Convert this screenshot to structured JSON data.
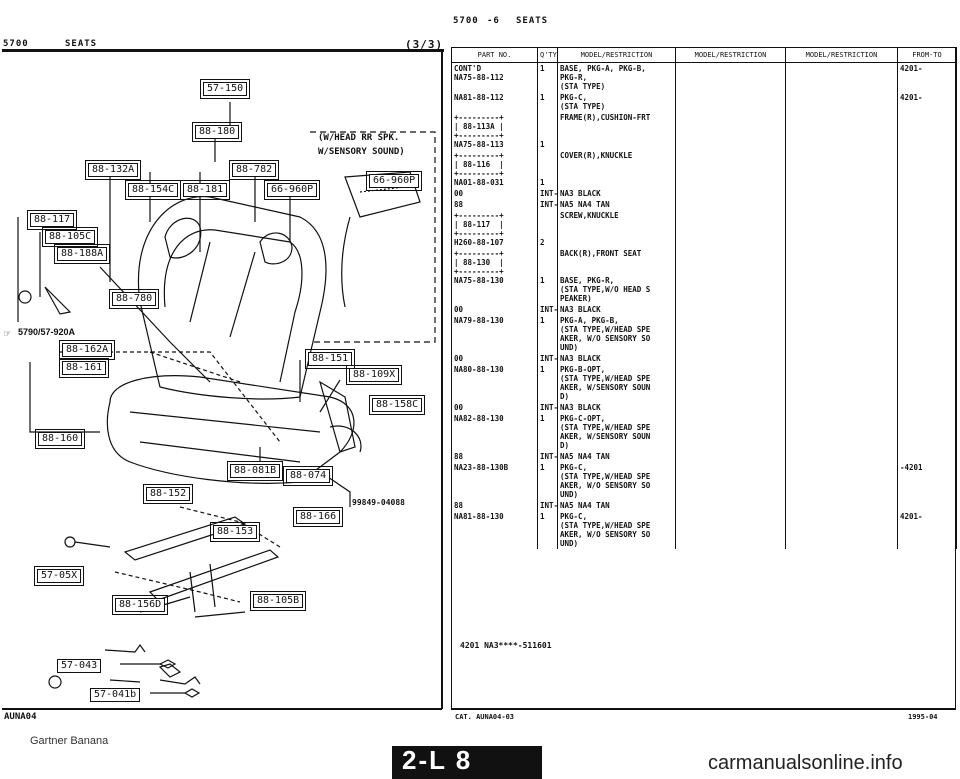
{
  "left_header": {
    "section": "5700",
    "title": "SEATS",
    "page": "(3/3)"
  },
  "right_header": {
    "section": "5700",
    "mark": "-6",
    "title": "SEATS"
  },
  "diagram": {
    "boxes": {
      "b1": "57-150",
      "b2": "88-180",
      "b3": "88-132A",
      "b4": "88-782",
      "b5": "88-154C",
      "b6": "88-181",
      "b7": "66-960P",
      "b8": "66-960P",
      "b9": "88-117",
      "b10": "88-105C",
      "b11": "88-188A",
      "b12": "88-780",
      "b13": "88-162A",
      "b14": "88-161",
      "b15": "88-160",
      "b16": "88-151",
      "b17": "88-109X",
      "b18": "88-158C",
      "b19": "88-081B",
      "b20": "88-074",
      "b21": "88-152",
      "b22": "88-153",
      "b23": "88-166",
      "b24": "57-05X",
      "b25": "88-156D",
      "b26": "88-105B",
      "b27": "57-043",
      "b28": "57-041b"
    },
    "legend_line1": "(W/HEAD RR SPK.",
    "legend_line2": "W/SENSORY SOUND)",
    "ref_note": "5790/57-920A",
    "ref_prefix": "☞",
    "illus_code": "99849-04088",
    "footer_code": "AUNA04"
  },
  "table": {
    "headers": [
      "PART NO.",
      "Q'TY",
      "MODEL/RESTRICTION",
      "MODEL/RESTRICTION",
      "MODEL/RESTRICTION",
      "FROM-TO"
    ],
    "rows": [
      {
        "pn": "CONT'D\nNA75-88-112",
        "qty": "1",
        "desc": "BASE, PKG-A, PKG-B,\nPKG-R,\n(STA TYPE)",
        "from": "4201-"
      },
      {
        "pn": "NA81-88-112",
        "qty": "1",
        "desc": "PKG-C,\n(STA TYPE)",
        "from": "4201-"
      },
      {
        "pn": "+---------+\n| 88-113A |\n+---------+\nNA75-88-113",
        "qty": "\n\n\n1",
        "desc": "FRAME(R),CUSHION-FRT",
        "from": ""
      },
      {
        "pn": "+---------+\n| 88-116  |\n+---------+\nNA01-88-031",
        "qty": "\n\n\n1",
        "desc": "COVER(R),KNUCKLE",
        "from": ""
      },
      {
        "pn": "00",
        "qty": "INT-",
        "desc": "NA3 BLACK",
        "from": ""
      },
      {
        "pn": "88",
        "qty": "INT-",
        "desc": "NA5 NA4 TAN",
        "from": ""
      },
      {
        "pn": "+---------+\n| 88-117  |\n+---------+\nH260-88-107",
        "qty": "\n\n\n2",
        "desc": "SCREW,KNUCKLE",
        "from": ""
      },
      {
        "pn": "+---------+\n| 88-130  |\n+---------+\nNA75-88-130",
        "qty": "\n\n\n1",
        "desc": "BACK(R),FRONT SEAT\n\n\nBASE, PKG-R,\n(STA TYPE,W/O HEAD S\nPEAKER)",
        "from": ""
      },
      {
        "pn": "00",
        "qty": "INT-",
        "desc": "NA3 BLACK",
        "from": ""
      },
      {
        "pn": "NA79-88-130",
        "qty": "1",
        "desc": "PKG-A, PKG-B,\n(STA TYPE,W/HEAD SPE\nAKER, W/O SENSORY SO\nUND)",
        "from": ""
      },
      {
        "pn": "00",
        "qty": "INT-",
        "desc": "NA3 BLACK",
        "from": ""
      },
      {
        "pn": "NA80-88-130",
        "qty": "1",
        "desc": "PKG-B-OPT,\n(STA TYPE,W/HEAD SPE\nAKER, W/SENSORY SOUN\nD)",
        "from": ""
      },
      {
        "pn": "00",
        "qty": "INT-",
        "desc": "NA3 BLACK",
        "from": ""
      },
      {
        "pn": "NA82-88-130",
        "qty": "1",
        "desc": "PKG-C-OPT,\n(STA TYPE,W/HEAD SPE\nAKER, W/SENSORY SOUN\nD)",
        "from": ""
      },
      {
        "pn": "88",
        "qty": "INT-",
        "desc": "NA5 NA4 TAN",
        "from": ""
      },
      {
        "pn": "NA23-88-130B",
        "qty": "1",
        "desc": "PKG-C,\n(STA TYPE,W/HEAD SPE\nAKER, W/O SENSORY SO\nUND)",
        "from": "-4201"
      },
      {
        "pn": "88",
        "qty": "INT-",
        "desc": "NA5 NA4 TAN",
        "from": ""
      },
      {
        "pn": "NA81-88-130",
        "qty": "1",
        "desc": "PKG-C,\n(STA TYPE,W/HEAD SPE\nAKER, W/O SENSORY SO\nUND)",
        "from": "4201-"
      }
    ],
    "note": "4201 NA3****-511601",
    "cat_code": "CAT. AUNA04-03",
    "date_code": "1995-04"
  },
  "page_tab": "2-L 8",
  "credit": "Gartner Banana",
  "watermark": "carmanualsonline.info"
}
